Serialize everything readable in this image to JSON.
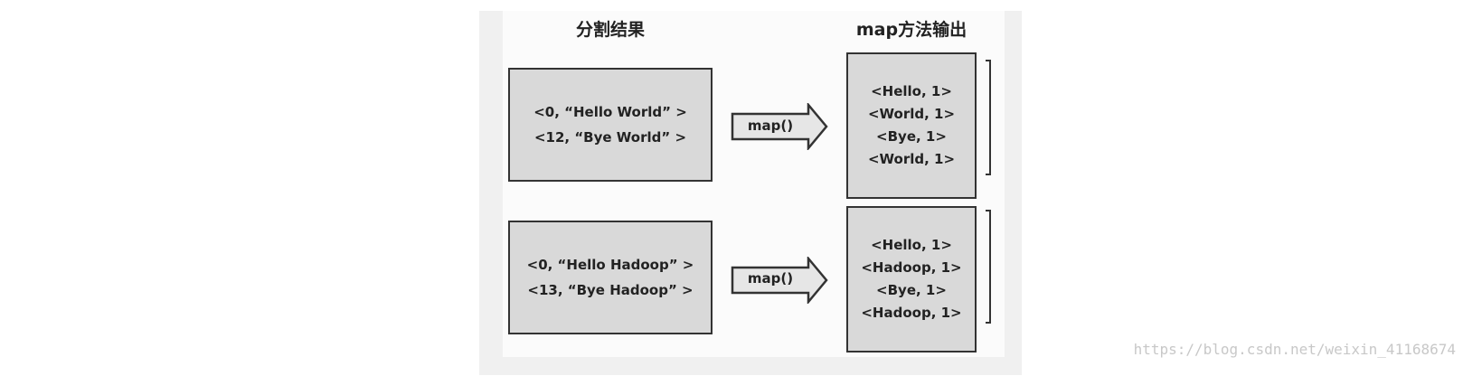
{
  "headings": {
    "split": "分割结果",
    "map_output": "map方法输出"
  },
  "splits": [
    {
      "lines": [
        "<0, “Hello World” >",
        "<12, “Bye World” >"
      ]
    },
    {
      "lines": [
        "<0, “Hello Hadoop” >",
        "<13, “Bye Hadoop” >"
      ]
    }
  ],
  "arrows": [
    {
      "label": "map()"
    },
    {
      "label": "map()"
    }
  ],
  "outputs": [
    {
      "lines": [
        "<Hello, 1>",
        "<World, 1>",
        "<Bye, 1>",
        "<World, 1>"
      ]
    },
    {
      "lines": [
        "<Hello, 1>",
        "<Hadoop, 1>",
        "<Bye, 1>",
        "<Hadoop, 1>"
      ]
    }
  ],
  "watermark": "https://blog.csdn.net/weixin_41168674"
}
